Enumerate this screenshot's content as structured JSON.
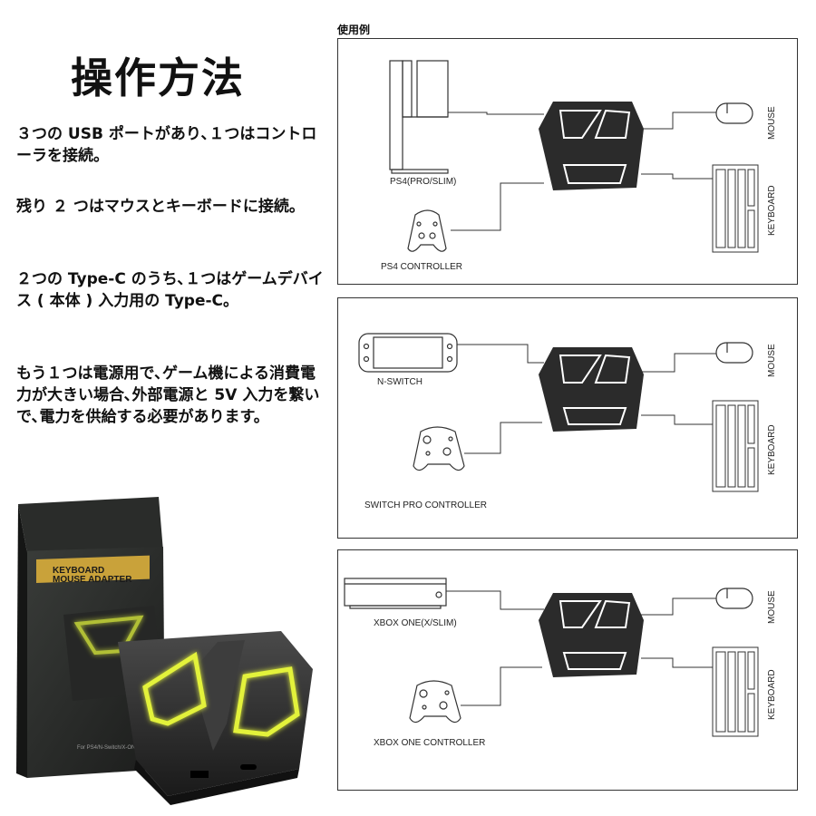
{
  "title": "操作方法",
  "descriptions": [
    "３つの USB ポートがあり､１つはコントローラを接続。",
    "残り ２ つはマウスとキーボードに接続。",
    "２つの Type-C のうち､１つはゲームデバイス ( 本体 ) 入力用の Type-C。",
    "もう１つは電源用で､ゲーム機による消費電力が大きい場合､外部電源と 5V 入力を繋いで､電力を供給する必要があります。"
  ],
  "usage_label": "使用例",
  "product": {
    "box_line1": "KEYBOARD",
    "box_line2": "MOUSE ADAPTER",
    "box_small": "For PS4/N-Switch/X-ONE"
  },
  "panels": [
    {
      "console": "PS4(PRO/SLIM)",
      "controller": "PS4 CONTROLLER",
      "mouse": "MOUSE",
      "keyboard": "KEYBOARD"
    },
    {
      "console": "N-SWITCH",
      "controller": "SWITCH PRO CONTROLLER",
      "mouse": "MOUSE",
      "keyboard": "KEYBOARD"
    },
    {
      "console": "XBOX ONE(X/SLIM)",
      "controller": "XBOX ONE CONTROLLER",
      "mouse": "MOUSE",
      "keyboard": "KEYBOARD"
    }
  ],
  "colors": {
    "glow": "#e3f23a",
    "adapter": "#2b2b2b"
  }
}
